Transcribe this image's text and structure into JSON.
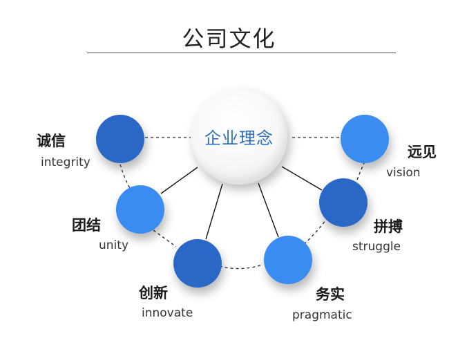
{
  "title": "公司文化",
  "center_label": "企业理念",
  "nodes": [
    {
      "zh": "诚信",
      "en": "integrity"
    },
    {
      "zh": "团结",
      "en": "unity"
    },
    {
      "zh": "创新",
      "en": "innovate"
    },
    {
      "zh": "务实",
      "en": "pragmatic"
    },
    {
      "zh": "拼搏",
      "en": "struggle"
    },
    {
      "zh": "远见",
      "en": "vision"
    }
  ],
  "colors": {
    "dark_blue": "#2a67c6",
    "light_blue": "#3a8cf0",
    "center_text": "#2e6fbd"
  }
}
